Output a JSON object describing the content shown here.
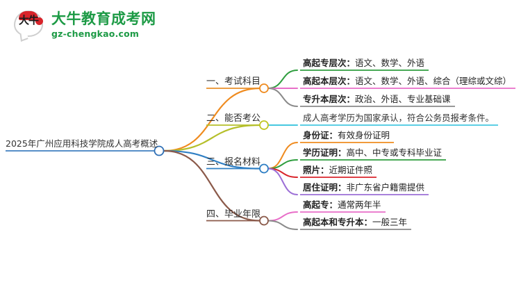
{
  "logo": {
    "mark_text": "大牛",
    "title": "大牛教育成考网",
    "subtitle": "gz-chengkao.com",
    "brand_color": "#1c9a45",
    "accent_color": "#d8232a"
  },
  "mindmap": {
    "root": {
      "label": "2025年广州应用科技学院成人高考概述",
      "underline_color": "#3f7fc1",
      "node_color": "#2f6fb5"
    },
    "branches": [
      {
        "label": "一、考试科目",
        "underline_color": "#e98f2a",
        "node_color": "#ef8b1f",
        "edge_color": "#ef8b1f",
        "leaves": [
          {
            "lead": "高起专层次：",
            "rest": "语文、数学、外语",
            "underline_color": "#2f9e3f",
            "edge_color": "#2f9e3f",
            "bold": true
          },
          {
            "lead": "高起本层次：",
            "rest": "语文、数学、外语、综合（理综或文综）",
            "underline_color": "#e86ec8",
            "edge_color": "#e86ec8",
            "bold": true
          },
          {
            "lead": "专升本层次：",
            "rest": "政治、外语、专业基础课",
            "underline_color": "#8a8a8a",
            "edge_color": "#8a8a8a",
            "bold": true
          }
        ]
      },
      {
        "label": "二、能否考公",
        "underline_color": "#b5bf2a",
        "node_color": "#c0c520",
        "edge_color": "#b5bf2a",
        "leaves": [
          {
            "lead": "",
            "rest": "成人高考学历为国家承认，符合公务员报考条件。",
            "underline_color": "#46c8e0",
            "edge_color": "#46c8e0",
            "bold": false
          }
        ]
      },
      {
        "label": "三、报名材料",
        "underline_color": "#2f7fc4",
        "node_color": "#2f7fc4",
        "edge_color": "#2f7fc4",
        "leaves": [
          {
            "lead": "身份证：",
            "rest": "有效身份证明",
            "underline_color": "#ef8b1f",
            "edge_color": "#ef8b1f",
            "bold": true
          },
          {
            "lead": "学历证明：",
            "rest": "高中、中专或专科毕业证",
            "underline_color": "#2f9e3f",
            "edge_color": "#2f9e3f",
            "bold": true
          },
          {
            "lead": "照片：",
            "rest": "近期证件照",
            "underline_color": "#d9252b",
            "edge_color": "#d9252b",
            "bold": true
          },
          {
            "lead": "居住证明：",
            "rest": "非广东省户籍需提供",
            "underline_color": "#9c6fd6",
            "edge_color": "#9c6fd6",
            "bold": true
          }
        ]
      },
      {
        "label": "四、毕业年限",
        "underline_color": "#8b5a4a",
        "node_color": "#8b5a4a",
        "edge_color": "#8b5a4a",
        "leaves": [
          {
            "lead": "高起专：",
            "rest": "通常两年半",
            "underline_color": "#e86ec8",
            "edge_color": "#e86ec8",
            "bold": true
          },
          {
            "lead": "高起本和专升本：",
            "rest": "一般三年",
            "underline_color": "#8a8a8a",
            "edge_color": "#8a8a8a",
            "bold": true
          }
        ]
      }
    ]
  }
}
